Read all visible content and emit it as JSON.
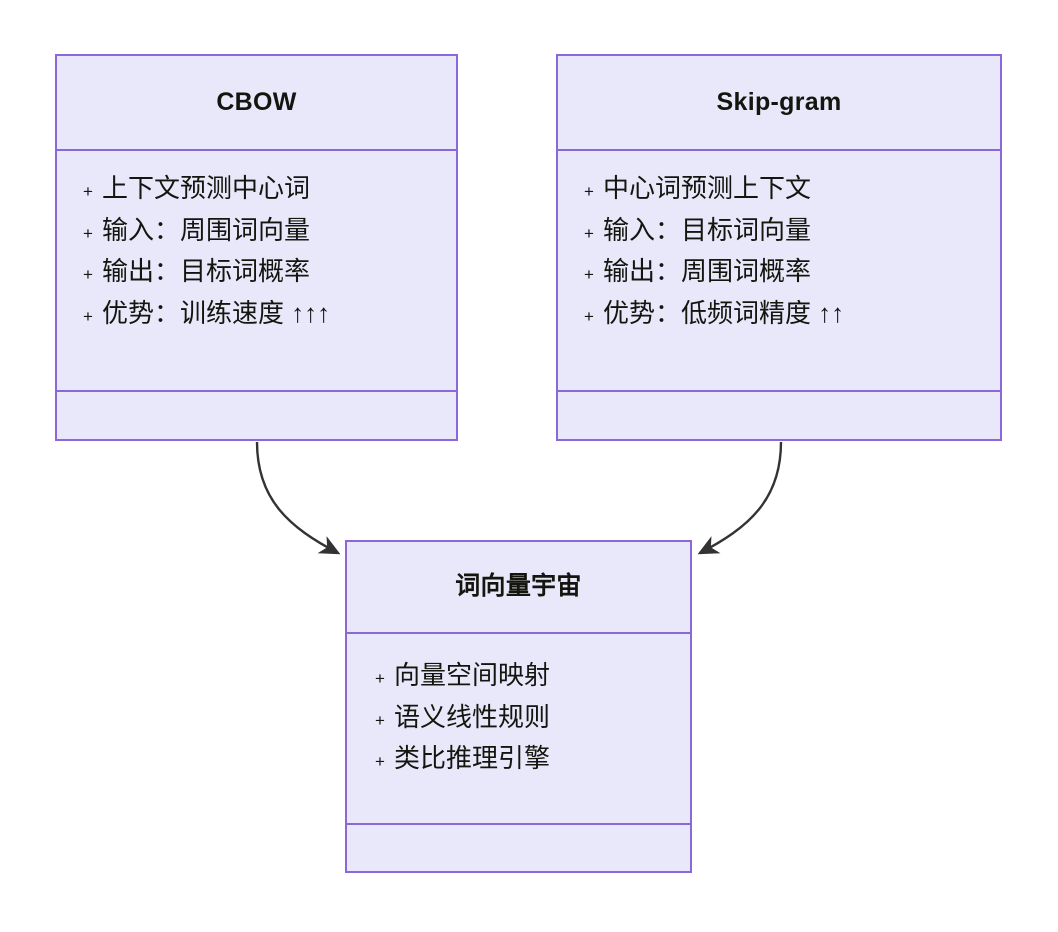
{
  "diagram": {
    "type": "uml-class-diagram",
    "background_color": "#ffffff",
    "palette": {
      "box_border": "#8b68d8",
      "box_fill": "#e8e8fa",
      "text": "#15150f",
      "edge": "#333333"
    },
    "classes": [
      {
        "id": "cbow",
        "title": "CBOW",
        "members": [
          {
            "visibility": "+",
            "text": "上下文预测中心词"
          },
          {
            "visibility": "+",
            "text": "输入：周围词向量"
          },
          {
            "visibility": "+",
            "text": "输出：目标词概率"
          },
          {
            "visibility": "+",
            "text": "优势：训练速度 ↑↑↑"
          }
        ]
      },
      {
        "id": "skipgram",
        "title": "Skip-gram",
        "members": [
          {
            "visibility": "+",
            "text": "中心词预测上下文"
          },
          {
            "visibility": "+",
            "text": "输入：目标词向量"
          },
          {
            "visibility": "+",
            "text": "输出：周围词概率"
          },
          {
            "visibility": "+",
            "text": "优势：低频词精度 ↑↑"
          }
        ]
      },
      {
        "id": "universe",
        "title": "词向量宇宙",
        "members": [
          {
            "visibility": "+",
            "text": "向量空间映射"
          },
          {
            "visibility": "+",
            "text": "语义线性规则"
          },
          {
            "visibility": "+",
            "text": "类比推理引擎"
          }
        ]
      }
    ],
    "edges": [
      {
        "id": "cbow-to-universe",
        "from": "cbow",
        "to": "universe",
        "style": "solid",
        "arrowhead": "filled"
      },
      {
        "id": "skipgram-to-universe",
        "from": "skipgram",
        "to": "universe",
        "style": "solid",
        "arrowhead": "filled"
      }
    ]
  }
}
